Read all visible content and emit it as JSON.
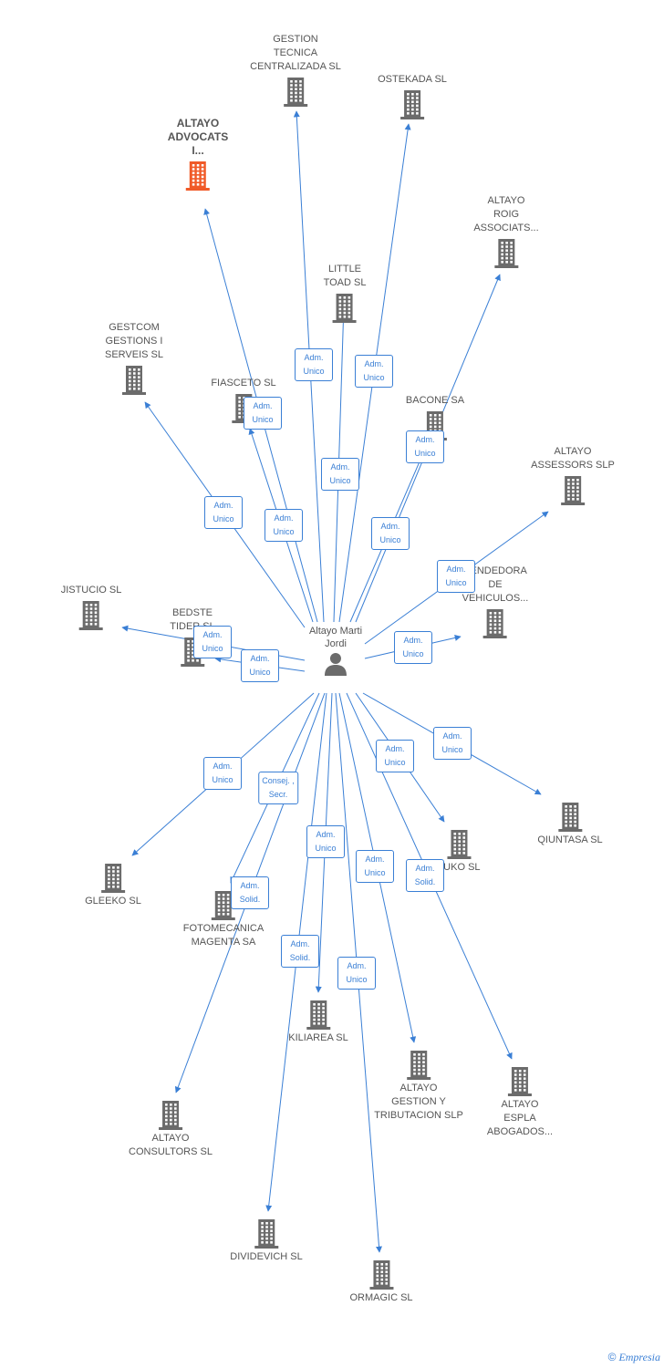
{
  "center": {
    "label_lines": [
      "Altayo Marti",
      "Jordi"
    ],
    "icon": "person-icon"
  },
  "colors": {
    "edge": "#3a7fd5",
    "building": "#6b6b6b",
    "highlight": "#f05a28"
  },
  "nodes": [
    {
      "id": "gestion-tecnica",
      "lines": [
        "GESTION",
        "TECNICA",
        "CENTRALIZADA SL"
      ],
      "highlight": false
    },
    {
      "id": "ostekada",
      "lines": [
        "OSTEKADA SL"
      ],
      "highlight": false
    },
    {
      "id": "altayo-advocats",
      "lines": [
        "ALTAYO",
        "ADVOCATS",
        "I..."
      ],
      "highlight": true
    },
    {
      "id": "altayo-roig",
      "lines": [
        "ALTAYO",
        "ROIG",
        "ASSOCIATS..."
      ],
      "highlight": false
    },
    {
      "id": "little-toad",
      "lines": [
        "LITTLE",
        "TOAD SL"
      ],
      "highlight": false
    },
    {
      "id": "gestcom",
      "lines": [
        "GESTCOM",
        "GESTIONS I",
        "SERVEIS SL"
      ],
      "highlight": false
    },
    {
      "id": "fiasceto",
      "lines": [
        "FIASCETO SL"
      ],
      "highlight": false
    },
    {
      "id": "bacone",
      "lines": [
        "BACONE SA"
      ],
      "highlight": false
    },
    {
      "id": "altayo-assessors",
      "lines": [
        "ALTAYO",
        "ASSESSORS SLP"
      ],
      "highlight": false
    },
    {
      "id": "vendedora",
      "lines": [
        "VENDEDORA",
        "DE",
        "VEHICULOS..."
      ],
      "highlight": false
    },
    {
      "id": "jistucio",
      "lines": [
        "JISTUCIO SL"
      ],
      "highlight": false
    },
    {
      "id": "bedste",
      "lines": [
        "BEDSTE",
        "TIDER SL"
      ],
      "highlight": false
    },
    {
      "id": "qiuntasa",
      "lines": [
        "QIUNTASA SL"
      ],
      "highlight": false
    },
    {
      "id": "tuko",
      "lines": [
        "TUKO SL"
      ],
      "highlight": false
    },
    {
      "id": "gleeko",
      "lines": [
        "GLEEKO SL"
      ],
      "highlight": false
    },
    {
      "id": "fotomecanica",
      "lines": [
        "FOTOMECANICA",
        "MAGENTA SA"
      ],
      "highlight": false
    },
    {
      "id": "kiliarea",
      "lines": [
        "KILIAREA SL"
      ],
      "highlight": false
    },
    {
      "id": "altayo-gestion",
      "lines": [
        "ALTAYO",
        "GESTION Y",
        "TRIBUTACION SLP"
      ],
      "highlight": false
    },
    {
      "id": "altayo-espla",
      "lines": [
        "ALTAYO",
        "ESPLA",
        "ABOGADOS..."
      ],
      "highlight": false
    },
    {
      "id": "altayo-consultors",
      "lines": [
        "ALTAYO",
        "CONSULTORS SL"
      ],
      "highlight": false
    },
    {
      "id": "dividevich",
      "lines": [
        "DIVIDEVICH SL"
      ],
      "highlight": false
    },
    {
      "id": "ormagic",
      "lines": [
        "ORMAGIC SL"
      ],
      "highlight": false
    }
  ],
  "relations": [
    {
      "to": "gestion-tecnica",
      "lines": [
        "Adm.",
        "Unico"
      ]
    },
    {
      "to": "ostekada",
      "lines": [
        "Adm.",
        "Unico"
      ]
    },
    {
      "to": "altayo-advocats",
      "lines": [
        "Adm.",
        "Unico"
      ]
    },
    {
      "to": "altayo-roig",
      "lines": [
        "Adm.",
        "Unico"
      ]
    },
    {
      "to": "little-toad",
      "lines": [
        "Adm.",
        "Unico"
      ]
    },
    {
      "to": "gestcom",
      "lines": [
        "Adm.",
        "Unico"
      ]
    },
    {
      "to": "fiasceto",
      "lines": [
        "Adm.",
        "Unico"
      ]
    },
    {
      "to": "bacone",
      "lines": [
        "Adm.",
        "Unico"
      ]
    },
    {
      "to": "altayo-assessors",
      "lines": [
        "Adm.",
        "Unico"
      ]
    },
    {
      "to": "vendedora",
      "lines": [
        "Adm.",
        "Unico"
      ]
    },
    {
      "to": "jistucio",
      "lines": [
        "Adm.",
        "Unico"
      ]
    },
    {
      "to": "bedste",
      "lines": [
        "Adm.",
        "Unico"
      ]
    },
    {
      "to": "qiuntasa",
      "lines": [
        "Adm.",
        "Unico"
      ]
    },
    {
      "to": "tuko",
      "lines": [
        "Adm.",
        "Unico"
      ]
    },
    {
      "to": "gleeko",
      "lines": [
        "Adm.",
        "Unico"
      ]
    },
    {
      "to": "fotomecanica",
      "lines": [
        "Adm.",
        "Solid."
      ]
    },
    {
      "to": "kiliarea",
      "lines": [
        "Adm.",
        "Unico"
      ]
    },
    {
      "to": "altayo-gestion",
      "lines": [
        "Adm.",
        "Unico"
      ]
    },
    {
      "to": "altayo-espla",
      "lines": [
        "Adm.",
        "Solid."
      ]
    },
    {
      "to": "altayo-consultors",
      "lines": [
        "Consej. ,",
        "Secr."
      ]
    },
    {
      "to": "dividevich",
      "lines": [
        "Adm.",
        "Solid."
      ]
    },
    {
      "to": "ormagic",
      "lines": [
        "Adm.",
        "Unico"
      ]
    }
  ],
  "footer": {
    "copyright": "©",
    "brand": "Empresia"
  }
}
